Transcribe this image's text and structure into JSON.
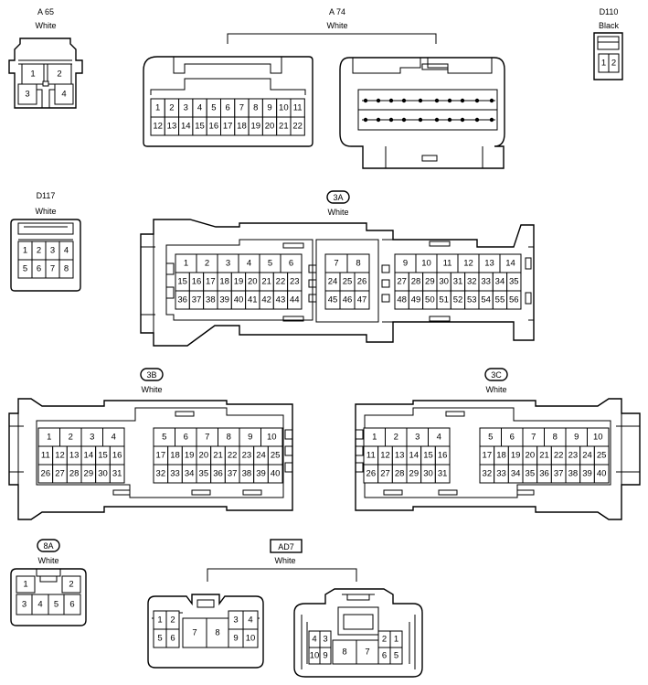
{
  "connectors": {
    "a65": {
      "code": "A 65",
      "color": "White",
      "pins": [
        "1",
        "2",
        "3",
        "4"
      ]
    },
    "a74": {
      "code": "A 74",
      "color": "White",
      "row1": [
        "1",
        "2",
        "3",
        "4",
        "5",
        "6",
        "7",
        "8",
        "9",
        "10",
        "11"
      ],
      "row2": [
        "12",
        "13",
        "14",
        "15",
        "16",
        "17",
        "18",
        "19",
        "20",
        "21",
        "22"
      ]
    },
    "d110": {
      "code": "D110",
      "color": "Black",
      "pins": [
        "1",
        "2"
      ]
    },
    "d117": {
      "code": "D117",
      "color": "White",
      "pins": [
        "1",
        "2",
        "3",
        "4",
        "5",
        "6",
        "7",
        "8"
      ]
    },
    "c3a": {
      "code": "3A",
      "color": "White",
      "g1": {
        "row1": [
          "1",
          "2",
          "3",
          "4",
          "5",
          "6"
        ],
        "row2": [
          "15",
          "16",
          "17",
          "18",
          "19",
          "20",
          "21",
          "22",
          "23"
        ],
        "row3": [
          "36",
          "37",
          "38",
          "39",
          "40",
          "41",
          "42",
          "43",
          "44"
        ]
      },
      "g2": {
        "row1": [
          "7",
          "8"
        ],
        "row2": [
          "24",
          "25",
          "26"
        ],
        "row3": [
          "45",
          "46",
          "47"
        ]
      },
      "g3": {
        "row1": [
          "9",
          "10",
          "11",
          "12",
          "13",
          "14"
        ],
        "row2": [
          "27",
          "28",
          "29",
          "30",
          "31",
          "32",
          "33",
          "34",
          "35"
        ],
        "row3": [
          "48",
          "49",
          "50",
          "51",
          "52",
          "53",
          "54",
          "55",
          "56"
        ]
      }
    },
    "c3b": {
      "code": "3B",
      "color": "White",
      "g1": {
        "row1": [
          "1",
          "2",
          "3",
          "4"
        ],
        "row2": [
          "11",
          "12",
          "13",
          "14",
          "15",
          "16"
        ],
        "row3": [
          "26",
          "27",
          "28",
          "29",
          "30",
          "31"
        ]
      },
      "g2": {
        "row1": [
          "5",
          "6",
          "7",
          "8",
          "9",
          "10"
        ],
        "row2": [
          "17",
          "18",
          "19",
          "20",
          "21",
          "22",
          "23",
          "24",
          "25"
        ],
        "row3": [
          "32",
          "33",
          "34",
          "35",
          "36",
          "37",
          "38",
          "39",
          "40"
        ]
      }
    },
    "c3c": {
      "code": "3C",
      "color": "White",
      "g1": {
        "row1": [
          "1",
          "2",
          "3",
          "4"
        ],
        "row2": [
          "11",
          "12",
          "13",
          "14",
          "15",
          "16"
        ],
        "row3": [
          "26",
          "27",
          "28",
          "29",
          "30",
          "31"
        ]
      },
      "g2": {
        "row1": [
          "5",
          "6",
          "7",
          "8",
          "9",
          "10"
        ],
        "row2": [
          "17",
          "18",
          "19",
          "20",
          "21",
          "22",
          "23",
          "24",
          "25"
        ],
        "row3": [
          "32",
          "33",
          "34",
          "35",
          "36",
          "37",
          "38",
          "39",
          "40"
        ]
      }
    },
    "c8a": {
      "code": "8A",
      "color": "White",
      "pins": [
        "1",
        "2",
        "3",
        "4",
        "5",
        "6"
      ]
    },
    "ad7": {
      "code": "AD7",
      "color": "White",
      "left": [
        "1",
        "2",
        "3",
        "4",
        "5",
        "6",
        "7",
        "8",
        "9",
        "10"
      ],
      "right": [
        "4",
        "3",
        "2",
        "1",
        "10",
        "9",
        "8",
        "7",
        "6",
        "5"
      ]
    }
  }
}
